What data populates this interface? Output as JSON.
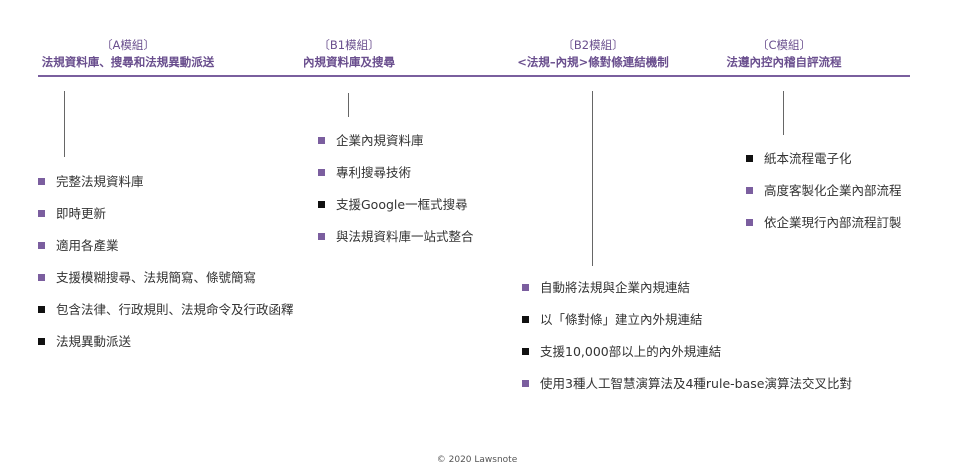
{
  "columns": [
    {
      "tag": "〔A模組〕",
      "title": "法規資料庫、搜尋和法規異動派送",
      "items": [
        {
          "label": "完整法規資料庫",
          "bullet_color": "#7b5e9f"
        },
        {
          "label": "即時更新",
          "bullet_color": "#7b5e9f"
        },
        {
          "label": "適用各產業",
          "bullet_color": "#7b5e9f"
        },
        {
          "label": "支援模糊搜尋、法規簡寫、條號簡寫",
          "bullet_color": "#7b5e9f"
        },
        {
          "label": "包含法律、行政規則、法規命令及行政函釋",
          "bullet_color": "#111111"
        },
        {
          "label": "法規異動派送",
          "bullet_color": "#111111"
        }
      ]
    },
    {
      "tag": "〔B1模組〕",
      "title": "內規資料庫及搜尋",
      "items": [
        {
          "label": "企業內規資料庫",
          "bullet_color": "#7b5e9f"
        },
        {
          "label": "專利搜尋技術",
          "bullet_color": "#7b5e9f"
        },
        {
          "label": "支援Google一框式搜尋",
          "bullet_color": "#111111"
        },
        {
          "label": "與法規資料庫一站式整合",
          "bullet_color": "#7b5e9f"
        }
      ]
    },
    {
      "tag": "〔B2模組〕",
      "title": "<法規–內規>條對條連結機制",
      "items": [
        {
          "label": "自動將法規與企業內規連結",
          "bullet_color": "#7b5e9f"
        },
        {
          "label": "以「條對條」建立內外規連結",
          "bullet_color": "#111111"
        },
        {
          "label": "支援10,000部以上的內外規連結",
          "bullet_color": "#111111"
        },
        {
          "label": "使用3種人工智慧演算法及4種rule-base演算法交叉比對",
          "bullet_color": "#7b5e9f"
        }
      ]
    },
    {
      "tag": "〔C模組〕",
      "title": "法遵內控內稽自評流程",
      "items": [
        {
          "label": "紙本流程電子化",
          "bullet_color": "#111111"
        },
        {
          "label": "高度客製化企業內部流程",
          "bullet_color": "#7b5e9f"
        },
        {
          "label": "依企業現行內部流程訂製",
          "bullet_color": "#7b5e9f"
        }
      ]
    }
  ],
  "footer": "© 2020 Lawsnote",
  "colors": {
    "accent": "#6a4f8e",
    "divider": "#7a5f9e"
  }
}
